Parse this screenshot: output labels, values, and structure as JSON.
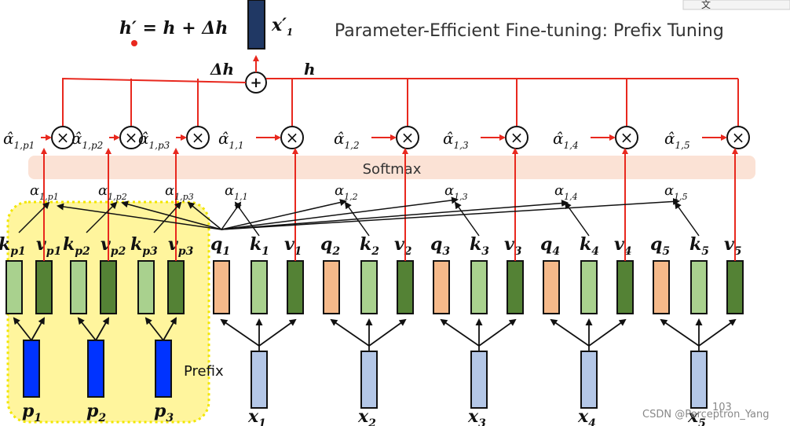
{
  "title": "Parameter-Efficient Fine-tuning: Prefix Tuning",
  "equation": "h′ = h + Δh",
  "output_label": {
    "base": "x′",
    "sub": "1"
  },
  "delta_h_label": "Δh",
  "h_label": "h",
  "plus_symbol": "+",
  "times_symbol": "×",
  "softmax_label": "Softmax",
  "prefix_label": "Prefix",
  "watermark": "CSDN @Perceptron_Yang",
  "page_number": "103",
  "top_menu_label": "文",
  "prefix_tokens": [
    {
      "k": "k",
      "v": "v",
      "sub": "p1",
      "p": "p",
      "p_sub": "1",
      "alpha_hat": "α̂",
      "alpha_hat_sub": "1,p1",
      "alpha": "α",
      "alpha_sub": "1,p1"
    },
    {
      "k": "k",
      "v": "v",
      "sub": "p2",
      "p": "p",
      "p_sub": "2",
      "alpha_hat": "α̂",
      "alpha_hat_sub": "1,p2",
      "alpha": "α",
      "alpha_sub": "1,p2"
    },
    {
      "k": "k",
      "v": "v",
      "sub": "p3",
      "p": "p",
      "p_sub": "3",
      "alpha_hat": "α̂",
      "alpha_hat_sub": "1,p3",
      "alpha": "α",
      "alpha_sub": "1,p3"
    }
  ],
  "tokens": [
    {
      "q": "q",
      "k": "k",
      "v": "v",
      "sub": "1",
      "x": "x",
      "x_sub": "1",
      "alpha_hat": "α̂",
      "alpha_hat_sub": "1,1",
      "alpha": "α",
      "alpha_sub": "1,1"
    },
    {
      "q": "q",
      "k": "k",
      "v": "v",
      "sub": "2",
      "x": "x",
      "x_sub": "2",
      "alpha_hat": "α̂",
      "alpha_hat_sub": "1,2",
      "alpha": "α",
      "alpha_sub": "1,2"
    },
    {
      "q": "q",
      "k": "k",
      "v": "v",
      "sub": "3",
      "x": "x",
      "x_sub": "3",
      "alpha_hat": "α̂",
      "alpha_hat_sub": "1,3",
      "alpha": "α",
      "alpha_sub": "1,3"
    },
    {
      "q": "q",
      "k": "k",
      "v": "v",
      "sub": "4",
      "x": "x",
      "x_sub": "4",
      "alpha_hat": "α̂",
      "alpha_hat_sub": "1,4",
      "alpha": "α",
      "alpha_sub": "1,4"
    },
    {
      "q": "q",
      "k": "k",
      "v": "v",
      "sub": "5",
      "x": "x",
      "x_sub": "5",
      "alpha_hat": "α̂",
      "alpha_hat_sub": "1,5",
      "alpha": "α",
      "alpha_sub": "1,5"
    }
  ],
  "colors": {
    "query": "#f5b98a",
    "key": "#a9d18e",
    "value": "#548235",
    "input": "#b4c7e7",
    "prefix_param": "#0033ff",
    "output_vec": "#203864",
    "prefix_region": "#fff59d",
    "prefix_border": "#f2e600",
    "softmax_band": "#fbe2d5",
    "arrow_red": "#e8281e"
  }
}
